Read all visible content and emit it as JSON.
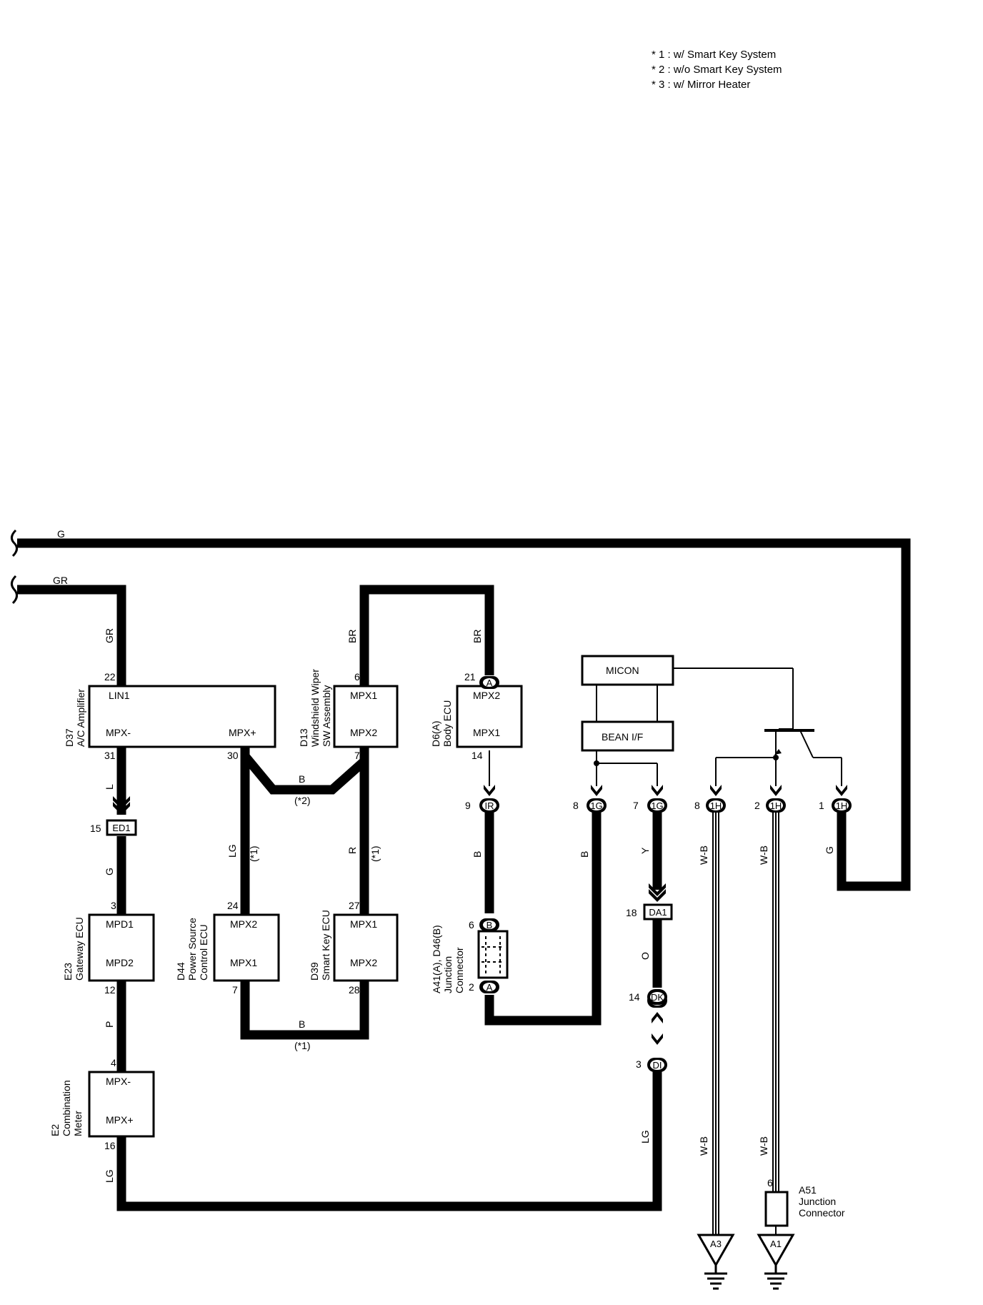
{
  "legend": {
    "notes": [
      "* 1 : w/ Smart Key System",
      "* 2 : w/o Smart Key System",
      "* 3 : w/ Mirror Heater"
    ]
  },
  "wire_colors": {
    "g": "G",
    "gr": "GR",
    "br": "BR",
    "l": "L",
    "lg": "LG",
    "b": "B",
    "r": "R",
    "p": "P",
    "y": "Y",
    "o": "O",
    "wb": "W-B"
  },
  "conditions": {
    "c1": "(*1)",
    "c2": "(*2)"
  },
  "components": {
    "d37": {
      "code": "D37",
      "name": "A/C Amplifier",
      "pin_lin1": "LIN1",
      "pin_mpxm": "MPX-",
      "pin_mpxp": "MPX+",
      "n22": "22",
      "n31": "31",
      "n30": "30"
    },
    "d13": {
      "code": "D13",
      "name": "Windshield Wiper",
      "name2": "SW Assembly",
      "pin_a": "MPX1",
      "pin_b": "MPX2",
      "n6": "6",
      "n7": "7"
    },
    "d6": {
      "code": "D6(A)",
      "name": "Body ECU",
      "pin_a": "MPX2",
      "pin_b": "MPX1",
      "n21": "21",
      "n14": "14",
      "con": "A"
    },
    "e23": {
      "code": "E23",
      "name": "Gateway ECU",
      "pin_a": "MPD1",
      "pin_b": "MPD2",
      "n3": "3",
      "n12": "12"
    },
    "d44": {
      "code": "D44",
      "name": "Power Source",
      "name2": "Control ECU",
      "pin_a": "MPX2",
      "pin_b": "MPX1",
      "n24": "24",
      "n7": "7"
    },
    "d39": {
      "code": "D39",
      "name": "Smart Key ECU",
      "pin_a": "MPX1",
      "pin_b": "MPX2",
      "n27": "27",
      "n28": "28"
    },
    "e2": {
      "code": "E2",
      "name": "Combination",
      "name2": "Meter",
      "pin_a": "MPX-",
      "pin_b": "MPX+",
      "n4": "4",
      "n16": "16"
    },
    "jc": {
      "code": "A41(A), D46(B)",
      "name": "Junction",
      "name2": "Connector",
      "n6": "6",
      "n2": "2",
      "conB": "B",
      "conA": "A"
    },
    "a51": {
      "code": "A51",
      "name": "Junction",
      "name2": "Connector",
      "n6": "6"
    },
    "micon": "MICON",
    "bean": "BEAN I/F"
  },
  "connectors": {
    "ed1": {
      "n": "15",
      "id": "ED1"
    },
    "ir": {
      "n": "9",
      "id": "IR"
    },
    "g8": {
      "n": "8",
      "id": "1G"
    },
    "g7": {
      "n": "7",
      "id": "1G"
    },
    "h8": {
      "n": "8",
      "id": "1H"
    },
    "h2": {
      "n": "2",
      "id": "1H"
    },
    "h1": {
      "n": "1",
      "id": "1H"
    },
    "da1": {
      "n": "18",
      "id": "DA1"
    },
    "dk": {
      "n": "14",
      "id": "DK"
    },
    "di": {
      "n": "3",
      "id": "DI"
    }
  },
  "grounds": {
    "a3": "A3",
    "a1": "A1"
  }
}
